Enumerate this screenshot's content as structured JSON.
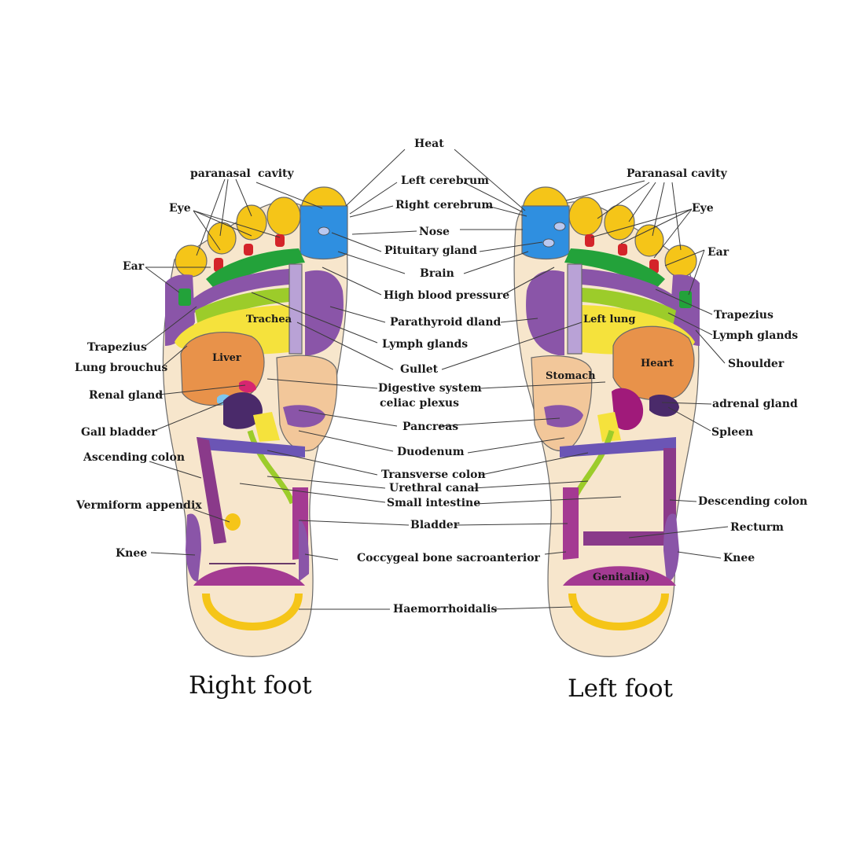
{
  "captions": {
    "right_foot": "Right foot",
    "left_foot": "Left foot"
  },
  "center_labels": {
    "heat": "Heat",
    "left_cerebrum": "Left cerebrum",
    "right_cerebrum": "Right cerebrum",
    "nose": "Nose",
    "pituitary_gland": "Pituitary gland",
    "brain": "Brain",
    "high_blood_pressure": "High blood pressure",
    "parathyroid_dland": "Parathyroid dland",
    "lymph_glands": "Lymph glands",
    "gullet": "Gullet",
    "digestive_system": "Digestive system",
    "celiac_plexus": "celiac plexus",
    "pancreas": "Pancreas",
    "duodenum": "Duodenum",
    "transverse_colon": "Transverse colon",
    "urethral_canal": "Urethral canal",
    "small_intestine": "Small intestine",
    "bladder": "Bladder",
    "coccygeal": "Coccygeal bone sacroanterior",
    "haemorrhoidalis": "Haemorrhoidalis"
  },
  "right_foot_labels": {
    "paranasal": "paranasal",
    "cavity": "cavity",
    "eye": "Eye",
    "ear": "Ear",
    "trapezius": "Trapezius",
    "lung_brouchus": "Lung brouchus",
    "renal_gland": "Renal gland",
    "gall_bladder": "Gall bladder",
    "ascending_colon": "Ascending colon",
    "vermiform_appendix": "Vermiform appendix",
    "knee": "Knee",
    "trachea": "Trachea",
    "liver": "Liver"
  },
  "left_foot_labels": {
    "paranasal_cavity": "Paranasal cavity",
    "eye": "Eye",
    "ear": "Ear",
    "trapezius": "Trapezius",
    "lymph_glands": "Lymph glands",
    "shoulder": "Shoulder",
    "adrenal_gland": "adrenal gland",
    "spleen": "Spleen",
    "descending_colon": "Descending colon",
    "recturm": "Recturm",
    "knee": "Knee",
    "left_lung": "Left lung",
    "heart": "Heart",
    "stomach": "Stomach",
    "genitalia": "Genitalia)"
  },
  "colors": {
    "sole": "#f7e6cc",
    "yellow": "#f5c518",
    "blue": "#2f8fe0",
    "green": "#23a23a",
    "lime": "#9ccc2a",
    "purple": "#8a55a8",
    "lavender": "#b9a2d6",
    "magenta": "#a43a92",
    "orange": "#e8924a",
    "peach": "#f2c79a",
    "red": "#d4242a",
    "darkpurple": "#4a2a6a"
  }
}
